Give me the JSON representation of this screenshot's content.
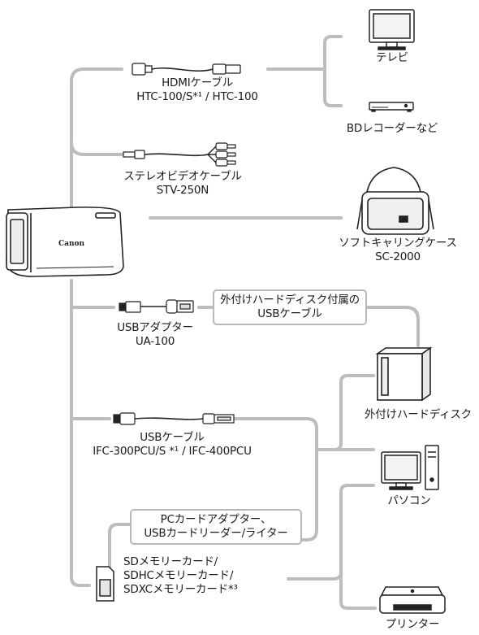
{
  "camera": {
    "brand": "Canon"
  },
  "labels": {
    "hdmi_cable": {
      "line1": "HDMIケーブル",
      "line2": "HTC-100/S*¹ / HTC-100"
    },
    "tv": "テレビ",
    "bd_recorder": "BDレコーダーなど",
    "stereo_cable": {
      "line1": "ステレオビデオケーブル",
      "line2": "STV-250N"
    },
    "carry_case": {
      "line1": "ソフトキャリングケース",
      "line2": "SC-2000"
    },
    "usb_adapter": {
      "line1": "USBアダプター",
      "line2": "UA-100"
    },
    "ext_hdd_usb_cable": {
      "line1": "外付けハードディスク付属の",
      "line2": "USBケーブル"
    },
    "ext_hdd": "外付けハードディスク",
    "usb_cable": {
      "line1": "USBケーブル",
      "line2": "IFC-300PCU/S *¹ / IFC-400PCU"
    },
    "pc": "パソコン",
    "card_reader": {
      "line1": "PCカードアダプター、",
      "line2": "USBカードリーダー/ライター"
    },
    "sd_card": {
      "line1": "SDメモリーカード/",
      "line2": "SDHCメモリーカード/",
      "line3": "SDXCメモリーカード*³"
    },
    "printer": "プリンター"
  }
}
